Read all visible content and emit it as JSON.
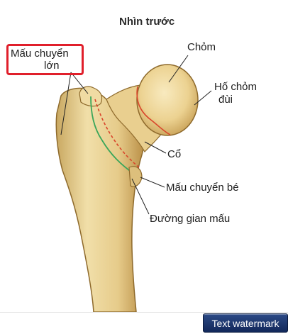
{
  "figure": {
    "view_title": "Nhìn trước",
    "labels": {
      "greater_trochanter_line1": "Mấu chuyển",
      "greater_trochanter_line2": "lớn",
      "head": "Chỏm",
      "fovea_line1": "Hố chỏm",
      "fovea_line2": "đùi",
      "neck": "Cổ",
      "lesser_trochanter": "Mấu chuyển bé",
      "intertrochanteric_line": "Đường gian mấu"
    }
  },
  "toolbar": {
    "watermark_button": "Text watermark"
  },
  "colors": {
    "highlight": "#e01f2b",
    "bone": "#ead49a",
    "red_line": "#d9452b",
    "green_line": "#3aa65a",
    "button": "#1b3269"
  }
}
